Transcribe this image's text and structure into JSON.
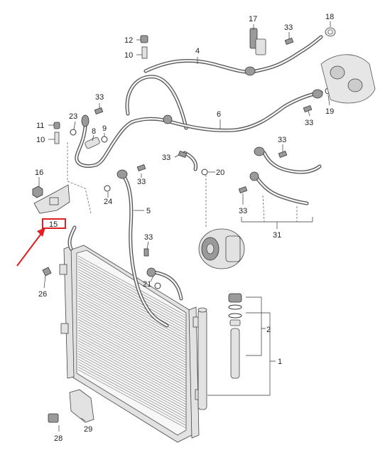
{
  "callouts": [
    {
      "id": "c17",
      "text": "17"
    },
    {
      "id": "c18",
      "text": "18"
    },
    {
      "id": "c33a",
      "text": "33"
    },
    {
      "id": "c12",
      "text": "12"
    },
    {
      "id": "c10a",
      "text": "10"
    },
    {
      "id": "c4",
      "text": "4"
    },
    {
      "id": "c19",
      "text": "19"
    },
    {
      "id": "c33b",
      "text": "33"
    },
    {
      "id": "c33c",
      "text": "33"
    },
    {
      "id": "c6",
      "text": "6"
    },
    {
      "id": "c23",
      "text": "23"
    },
    {
      "id": "c11",
      "text": "11"
    },
    {
      "id": "c8",
      "text": "8"
    },
    {
      "id": "c9",
      "text": "9"
    },
    {
      "id": "c10b",
      "text": "10"
    },
    {
      "id": "c33d",
      "text": "33"
    },
    {
      "id": "c33e",
      "text": "33"
    },
    {
      "id": "c20",
      "text": "20"
    },
    {
      "id": "c16",
      "text": "16"
    },
    {
      "id": "c33f",
      "text": "33"
    },
    {
      "id": "c24",
      "text": "24"
    },
    {
      "id": "c5",
      "text": "5"
    },
    {
      "id": "c33g",
      "text": "33"
    },
    {
      "id": "c31",
      "text": "31"
    },
    {
      "id": "c15",
      "text": "15"
    },
    {
      "id": "c33h",
      "text": "33"
    },
    {
      "id": "c26",
      "text": "26"
    },
    {
      "id": "c21",
      "text": "21"
    },
    {
      "id": "c2",
      "text": "2"
    },
    {
      "id": "c1",
      "text": "1"
    },
    {
      "id": "c29",
      "text": "29"
    },
    {
      "id": "c28",
      "text": "28"
    }
  ],
  "highlight": {
    "target": "15",
    "box_color": "#e02020",
    "arrow_color": "#e02020"
  }
}
